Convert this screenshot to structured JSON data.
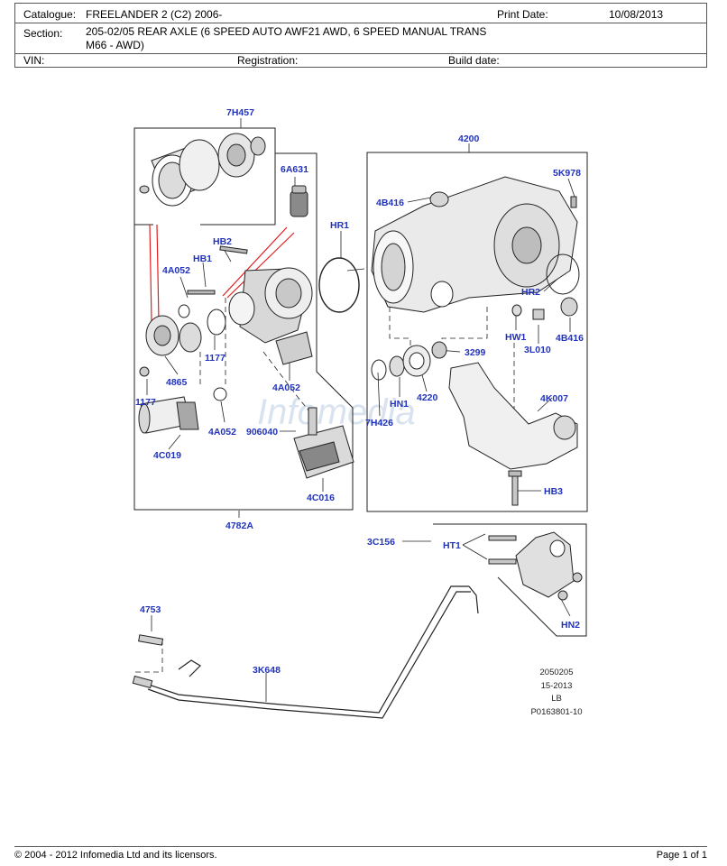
{
  "header": {
    "catalogue_label": "Catalogue:",
    "catalogue_value": "FREELANDER 2 (C2) 2006-",
    "print_date_label": "Print Date:",
    "print_date_value": "10/08/2013",
    "section_label": "Section:",
    "section_value": "205-02/05 REAR AXLE (6 SPEED AUTO AWF21 AWD, 6 SPEED MANUAL TRANS M66 - AWD)",
    "vin_label": "VIN:",
    "registration_label": "Registration:",
    "build_date_label": "Build date:"
  },
  "diagram": {
    "watermark": "Infomedia",
    "callouts": {
      "c7H457": "7H457",
      "c6A631": "6A631",
      "cHB2": "HB2",
      "cHB1": "HB1",
      "c4A052a": "4A052",
      "c4A052b": "4A052",
      "c4A052c": "4A052",
      "cHR1": "HR1",
      "c1177a": "1177",
      "c1177b": "1177",
      "c4865": "4865",
      "c906040": "906040",
      "c4C019": "4C019",
      "c4C016": "4C016",
      "c4782A": "4782A",
      "c4200": "4200",
      "c5K978": "5K978",
      "c4B416a": "4B416",
      "c4B416b": "4B416",
      "cHR2": "HR2",
      "cHW1": "HW1",
      "c3L010": "3L010",
      "c3299": "3299",
      "cHN1": "HN1",
      "c4220": "4220",
      "c7H426": "7H426",
      "c4K007": "4K007",
      "cHB3": "HB3",
      "c3C156": "3C156",
      "cHT1": "HT1",
      "cHN2": "HN2",
      "c4753": "4753",
      "c3K648": "3K648"
    },
    "reference": [
      "2050205",
      "15-2013",
      "LB",
      "P0163801-10"
    ]
  },
  "footer": {
    "copyright": "© 2004 - 2012 Infomedia Ltd and its licensors.",
    "page": "Page 1 of 1"
  }
}
